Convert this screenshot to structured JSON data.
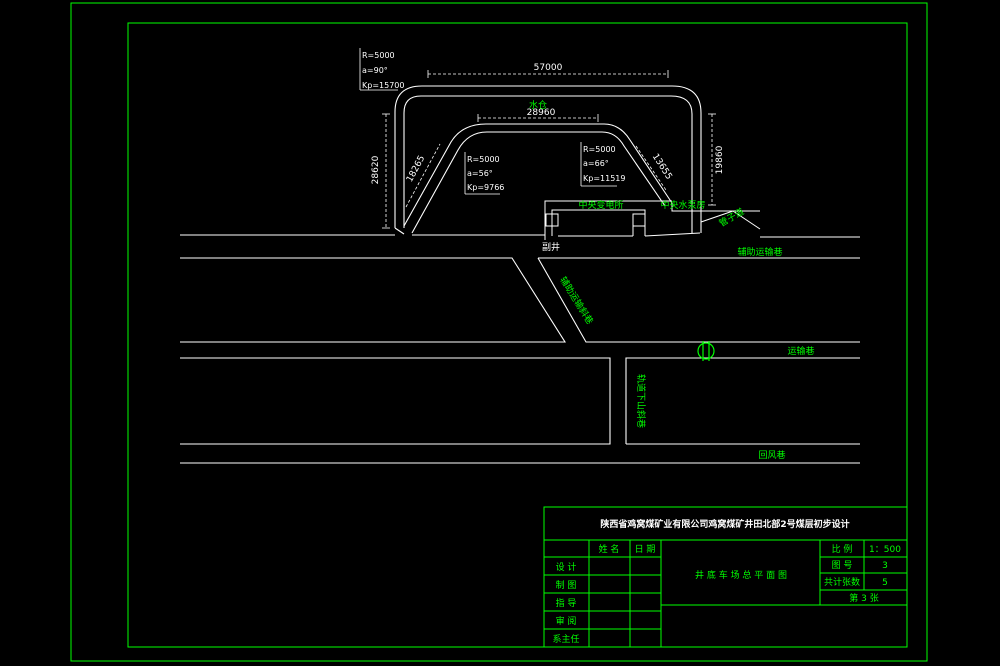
{
  "colors": {
    "background": "#000000",
    "frame": "#00ff00",
    "lines": "#ffffff",
    "labels": "#00ff00"
  },
  "dimensions": {
    "top_span": "57000",
    "inner_span": "28960",
    "left_height": "28620",
    "left_diag": "18265",
    "right_diag": "13655",
    "right_height": "19860"
  },
  "curve_params": {
    "outer": {
      "r": "R=5000",
      "a": "a=90°",
      "kp": "Kp=15700"
    },
    "left": {
      "r": "R=5000",
      "a": "a=56°",
      "kp": "Kp=9766"
    },
    "right": {
      "r": "R=5000",
      "a": "a=66°",
      "kp": "Kp=11519"
    }
  },
  "labels": {
    "return_track": "水仓",
    "substation": "中央变电所",
    "pump_room": "中央水泵房",
    "pipe_shaft": "管子道",
    "aux_haulage": "辅助运输巷",
    "shaft": "副井",
    "slope_left": "辅助运输斜巷",
    "haulage": "运输巷",
    "slope_down": "轨道下山斜巷",
    "return_air": "回风巷"
  },
  "title_block": {
    "project_title": "陕西省鸡窝煤矿业有限公司鸡窝煤矿井田北部2号煤层初步设计",
    "col_name": "姓 名",
    "col_date": "日 期",
    "roles": [
      "设 计",
      "制 图",
      "指 导",
      "审 阅",
      "系主任"
    ],
    "drawing_title": "井 底 车 场 总 平 面 图",
    "scale_label": "比 例",
    "scale_value": "1：500",
    "sheet_label": "图 号",
    "sheet_value": "3",
    "total_label": "共计张数",
    "total_value": "5",
    "page_text": "第 3 张"
  }
}
